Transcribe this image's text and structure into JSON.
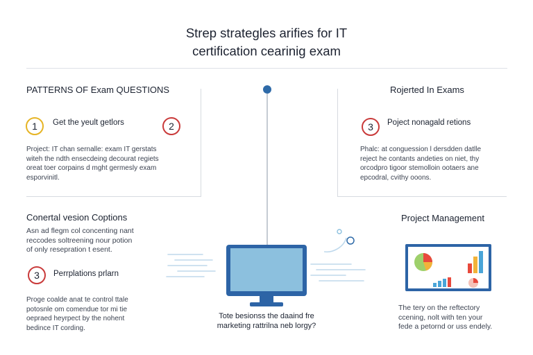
{
  "title": {
    "line1": "Strep strategles arifies for IT",
    "line2": "certification cearinig exam"
  },
  "left": {
    "heading": "PATTERNS OF Exam QUESTIONS",
    "item1": {
      "number": "1",
      "label": "Get the yeult getlors"
    },
    "item2": {
      "number": "2"
    },
    "paragraph": [
      "Project: IT chan sernalle: exam IT gerstats",
      "witeh the ndth ensecdeing decourat regiets",
      "oreat toer corpains d mght germesly exam",
      "esporvinitl."
    ]
  },
  "right": {
    "heading": "Rojerted In Exams",
    "item3": {
      "number": "3",
      "label": "Poject nonagald retions"
    },
    "paragraph": [
      "Phalc: at conguession l dersdden datlle",
      "reject he contants andeties on niet, thy",
      "orcodpro tigoor stemolloin ootaers ane",
      "epcodral, cvithy ooons."
    ]
  },
  "bottom_left": {
    "heading": "Conertal vesion Coptions",
    "paragraph": [
      "Asn ad flegm col concenting nant",
      "reccodes soltreening nour potion",
      "of only resepration t esent."
    ],
    "item3": {
      "number": "3",
      "label": "Perrplations prlarn"
    },
    "paragraph2": [
      "Proge coalde anat te control ttale",
      "potosnle om comendue tor mi tie",
      "oepraed heyrpect by the nohent",
      "bedince IT cording."
    ]
  },
  "center": {
    "caption": [
      "Tote besionss the daaind fre",
      "marketing rattrilna neb lorgy?"
    ]
  },
  "bottom_right": {
    "heading": "Project Management",
    "paragraph": [
      "The tery on the reftectory",
      "ccening, nolt with ten your",
      "fede a petornd or uss endely."
    ]
  },
  "colors": {
    "accent_blue": "#2e6aa8",
    "accent_red": "#c93a3a",
    "accent_yellow": "#e6b424",
    "monitor_screen": "#8cc0de",
    "monitor_frame": "#2d64a6"
  }
}
